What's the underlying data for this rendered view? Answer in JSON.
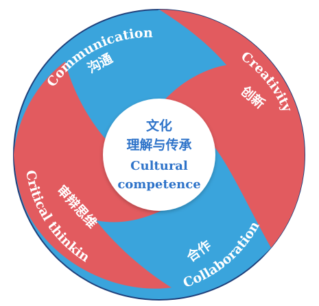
{
  "diagram": {
    "center": {
      "cn_line1": "文化",
      "cn_line2": "理解与传承",
      "en_line1": "Cultural",
      "en_line2": "competence"
    },
    "segments": [
      {
        "id": "communication",
        "en": "Communication",
        "cn": "沟通",
        "color": "#3aa4dc"
      },
      {
        "id": "creativity",
        "en": "Creativity",
        "cn": "创新",
        "color": "#e25b5f"
      },
      {
        "id": "collaboration",
        "en": "Collaboration",
        "cn": "合作",
        "color": "#3aa4dc"
      },
      {
        "id": "critical-thinking",
        "en": "Critical thinking",
        "cn": "审辩思维",
        "color": "#e25b5f"
      }
    ],
    "colors": {
      "blue": "#3aa4dc",
      "red": "#e25b5f",
      "center_text": "#2e73c9",
      "outline": "#1f3f7a"
    }
  }
}
